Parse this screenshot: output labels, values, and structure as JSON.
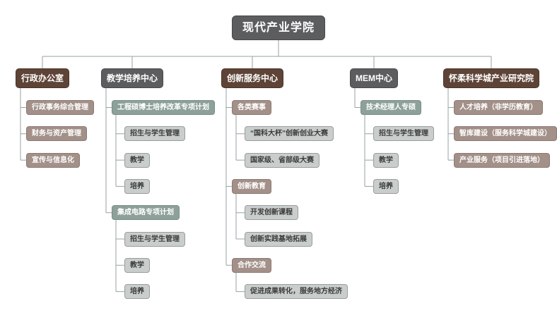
{
  "page": {
    "background": "#ffffff"
  },
  "styles": {
    "gray": {
      "fill": "#5c5d5f",
      "border": "#47484a",
      "text": "#ffffff"
    },
    "brown": {
      "fill": "#5e4337",
      "border": "#4a342b",
      "text": "#ffffff"
    },
    "rose": {
      "fill": "#a29089",
      "border": "#8c7a74",
      "text": "#ffffff"
    },
    "sage": {
      "fill": "#8da19a",
      "border": "#788d87",
      "text": "#ffffff"
    },
    "light": {
      "fill": "#c9cdcc",
      "border": "#999d9c",
      "text": "#3b3b3b"
    }
  },
  "connector_color": "#97a2a0",
  "tree": {
    "label": "现代产业学院",
    "style": "gray",
    "children": [
      {
        "label": "行政办公室",
        "style": "brown",
        "children": [
          {
            "label": "行政事务综合管理",
            "style": "rose"
          },
          {
            "label": "财务与资产管理",
            "style": "rose"
          },
          {
            "label": "宣传与信息化",
            "style": "rose"
          }
        ]
      },
      {
        "label": "教学培养中心",
        "style": "gray",
        "children": [
          {
            "label": "工程硕博士培养改革专项计划",
            "style": "sage",
            "children": [
              {
                "label": "招生与学生管理",
                "style": "light"
              },
              {
                "label": "教学",
                "style": "light"
              },
              {
                "label": "培养",
                "style": "light"
              }
            ]
          },
          {
            "label": "集成电路专项计划",
            "style": "sage",
            "children": [
              {
                "label": "招生与学生管理",
                "style": "light"
              },
              {
                "label": "教学",
                "style": "light"
              },
              {
                "label": "培养",
                "style": "light"
              }
            ]
          }
        ]
      },
      {
        "label": "创新服务中心",
        "style": "brown",
        "children": [
          {
            "label": "各类赛事",
            "style": "rose",
            "children": [
              {
                "label": "“国科大杯”创新创业大赛",
                "style": "light"
              },
              {
                "label": "国家级、省部级大赛",
                "style": "light"
              }
            ]
          },
          {
            "label": "创新教育",
            "style": "rose",
            "children": [
              {
                "label": "开发创新课程",
                "style": "light"
              },
              {
                "label": "创新实践基地拓展",
                "style": "light"
              }
            ]
          },
          {
            "label": "合作交流",
            "style": "rose",
            "children": [
              {
                "label": "促进成果转化，服务地方经济",
                "style": "light"
              }
            ]
          }
        ]
      },
      {
        "label": "MEM中心",
        "style": "gray",
        "children": [
          {
            "label": "技术经理人专硕",
            "style": "sage",
            "children": [
              {
                "label": "招生与学生管理",
                "style": "light"
              },
              {
                "label": "教学",
                "style": "light"
              },
              {
                "label": "培养",
                "style": "light"
              }
            ]
          }
        ]
      },
      {
        "label": "怀柔科学城产业研究院",
        "style": "brown",
        "children": [
          {
            "label": "人才培养（非学历教育）",
            "style": "rose"
          },
          {
            "label": "智库建设（服务科学城建设）",
            "style": "rose"
          },
          {
            "label": "产业服务（项目引进落地）",
            "style": "rose"
          }
        ]
      }
    ]
  }
}
